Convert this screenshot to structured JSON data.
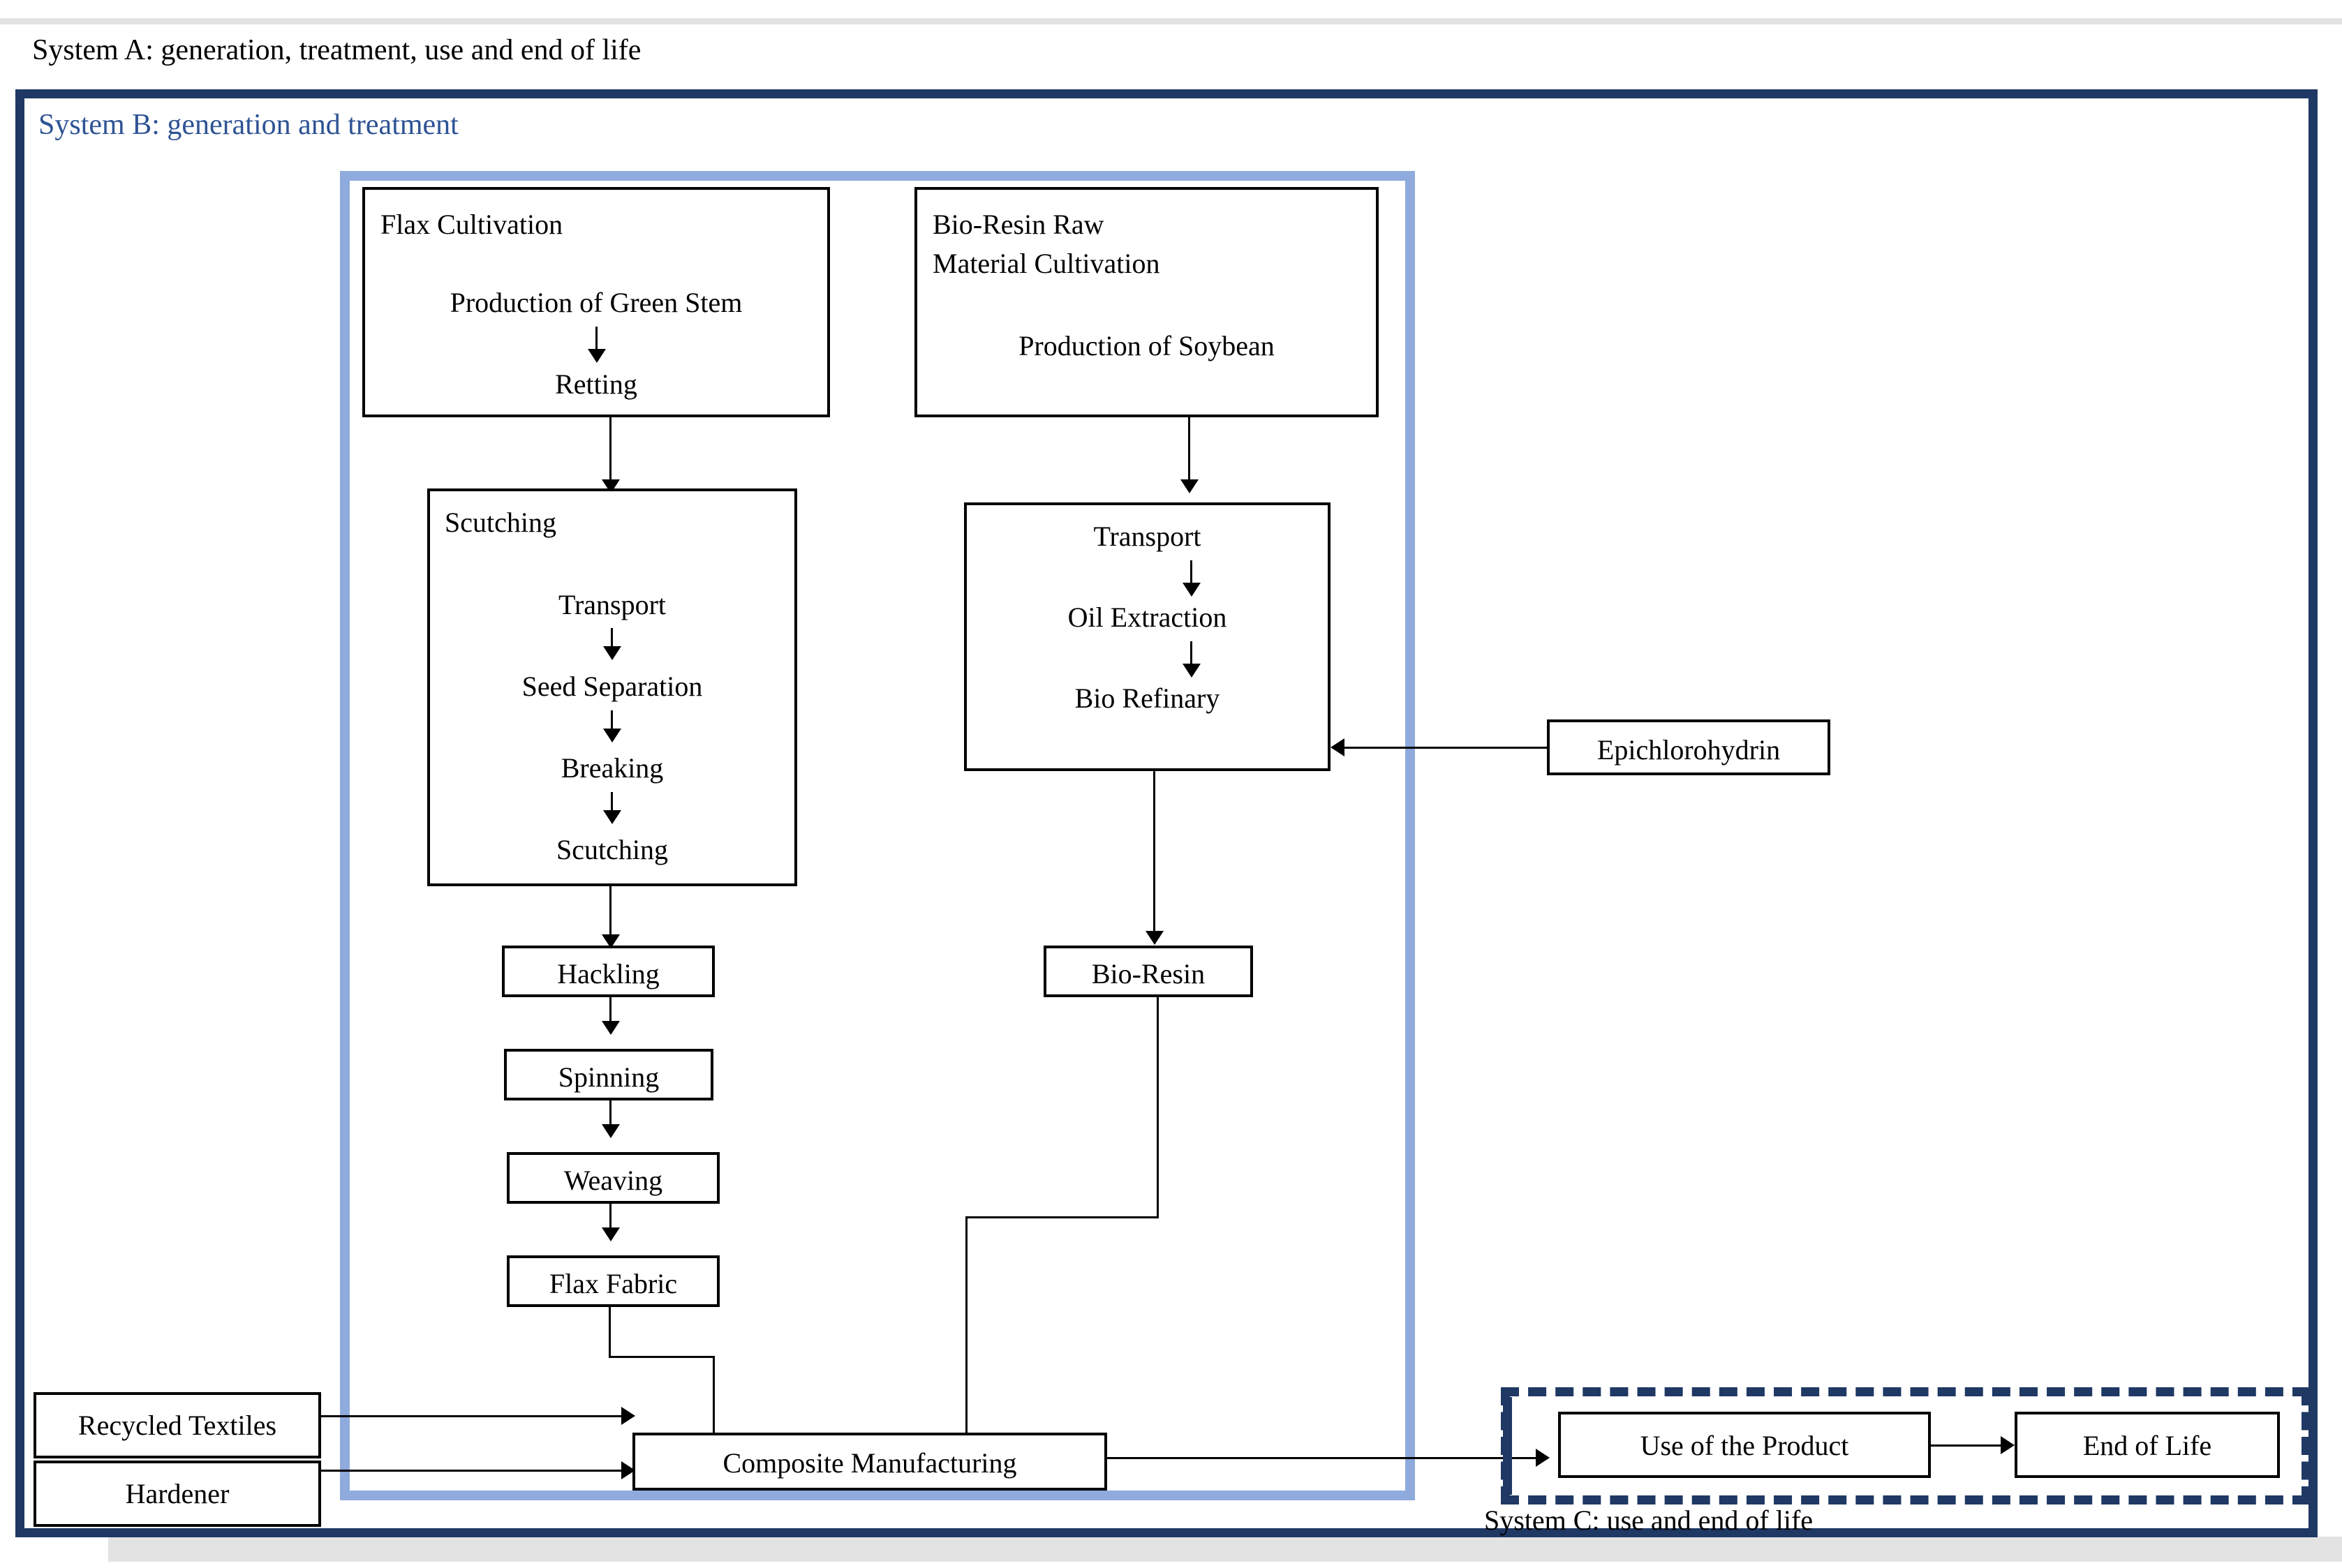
{
  "systems": {
    "a": {
      "title": "System A: generation, treatment, use and end of life",
      "border_color": "#1F3864"
    },
    "b": {
      "title": "System B: generation and treatment",
      "border_color": "#8FAADC",
      "text_color": "#2E5395"
    },
    "c": {
      "title": "System C: use and end of life",
      "border_color": "#1F3864"
    }
  },
  "nodes": {
    "flax_cultivation": {
      "header": "Flax Cultivation",
      "step1": "Production of Green Stem",
      "step2": "Retting"
    },
    "bio_resin_raw": {
      "header_line1": "Bio-Resin Raw",
      "header_line2": "Material Cultivation",
      "step1": "Production of Soybean"
    },
    "scutching_group": {
      "header": "Scutching",
      "step1": "Transport",
      "step2": "Seed Separation",
      "step3": "Breaking",
      "step4": "Scutching"
    },
    "refinery_group": {
      "step1": "Transport",
      "step2": "Oil Extraction",
      "step3": "Bio Refinary"
    },
    "hackling": "Hackling",
    "spinning": "Spinning",
    "weaving": "Weaving",
    "flax_fabric": "Flax Fabric",
    "bio_resin": "Bio-Resin",
    "epichlorohydrin": "Epichlorohydrin",
    "recycled_textiles": "Recycled Textiles",
    "hardener": "Hardener",
    "composite_manufacturing": "Composite Manufacturing",
    "use_of_product": "Use of the Product",
    "end_of_life": "End of Life"
  }
}
